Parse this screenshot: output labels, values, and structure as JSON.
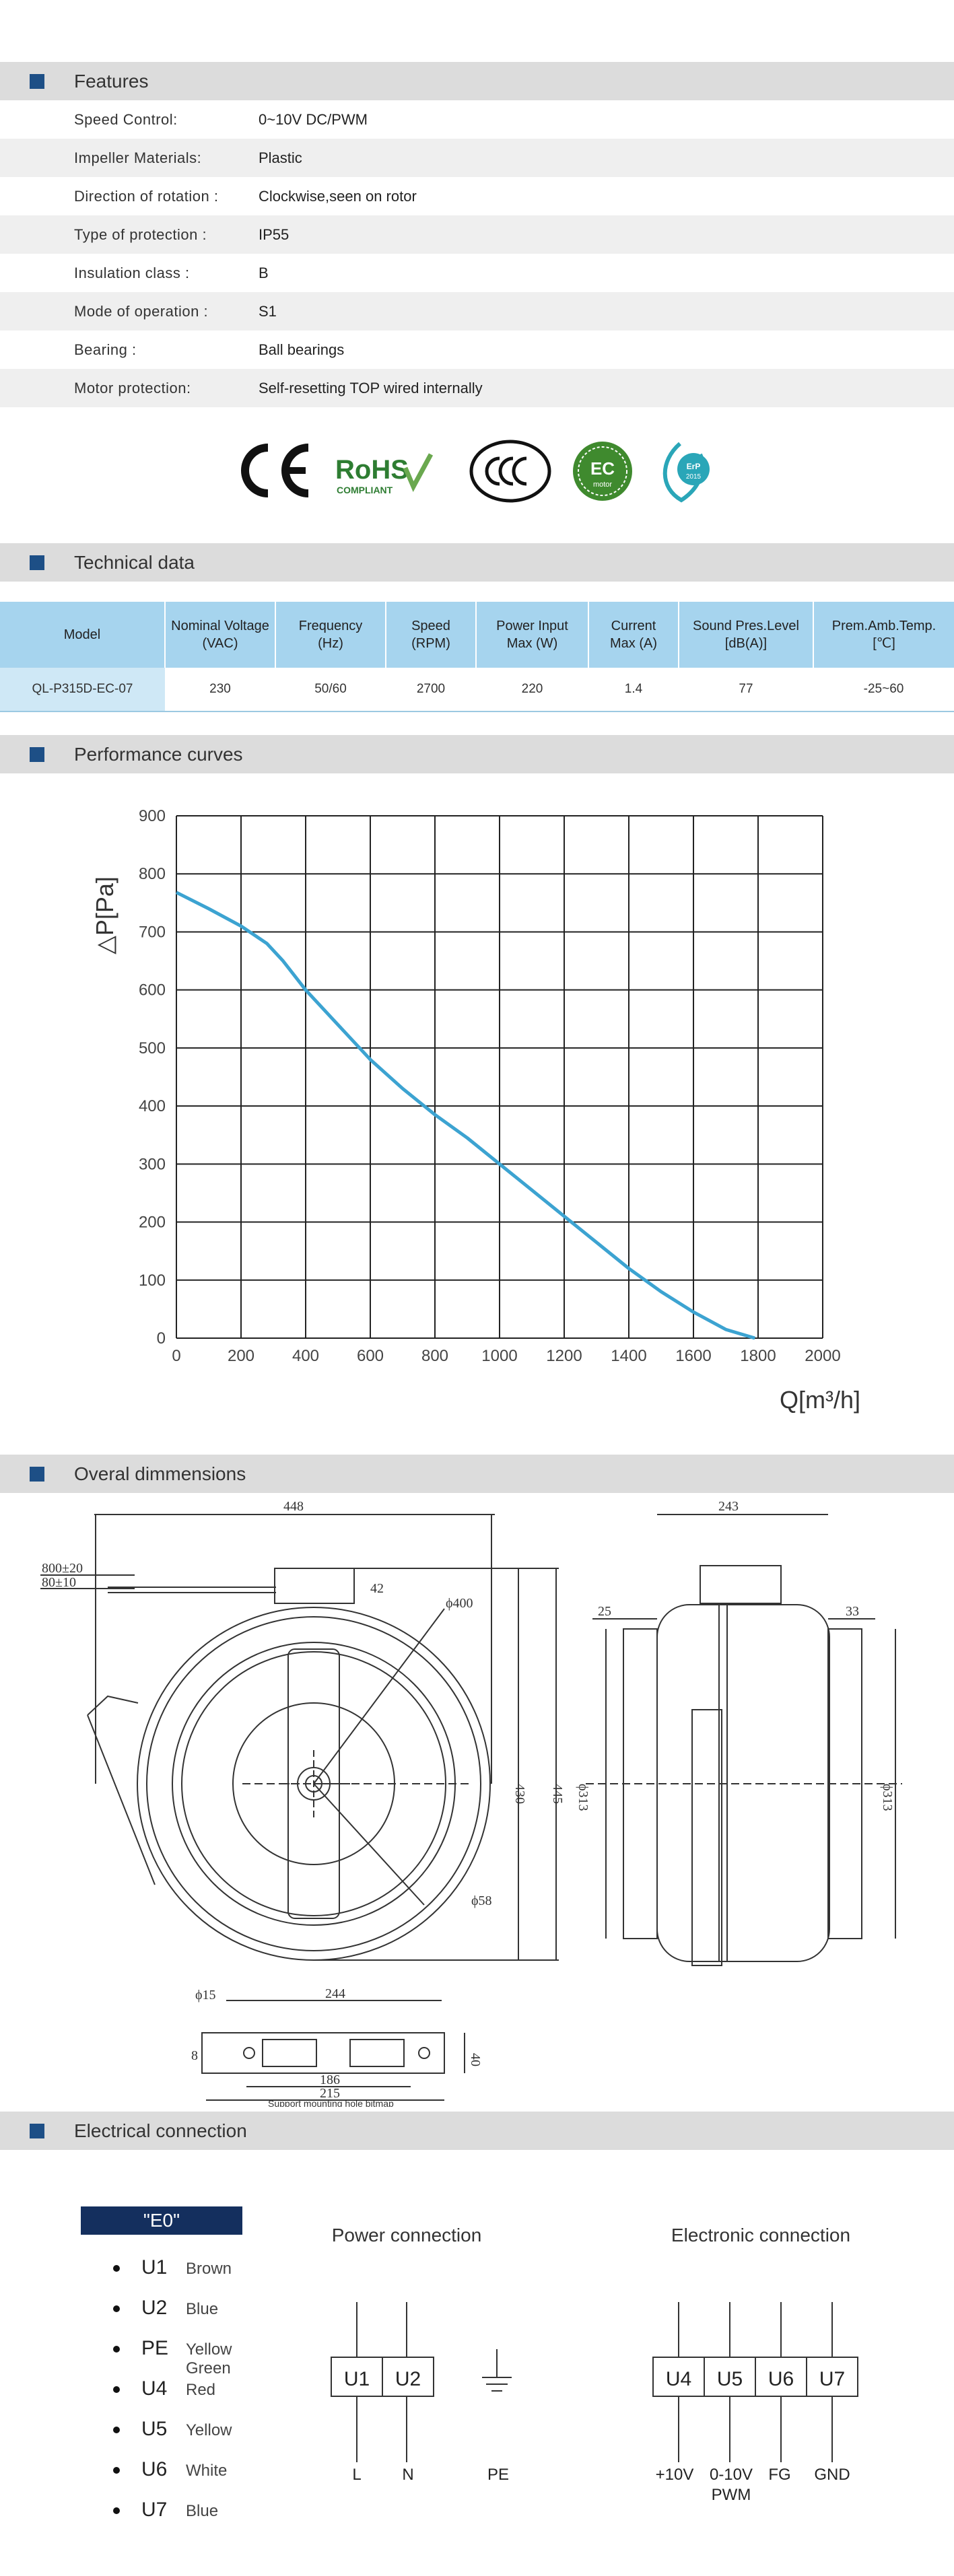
{
  "features": {
    "title": "Features",
    "rows": [
      {
        "label": "Speed Control:",
        "value": "0~10V DC/PWM"
      },
      {
        "label": "Impeller Materials:",
        "value": "Plastic"
      },
      {
        "label": "Direction of rotation :",
        "value": "Clockwise,seen on rotor"
      },
      {
        "label": "Type of protection :",
        "value": "IP55"
      },
      {
        "label": "Insulation class :",
        "value": "B"
      },
      {
        "label": "Mode of operation :",
        "value": "S1"
      },
      {
        "label": "Bearing :",
        "value": "Ball bearings"
      },
      {
        "label": "Motor protection:",
        "value": "Self-resetting TOP wired internally"
      }
    ]
  },
  "certifications": {
    "ce": "CE",
    "rohs": "RoHS",
    "rohs_sub": "COMPLIANT",
    "ccc": "CCC",
    "ec": "EC",
    "ec_sub": "motor",
    "erp": "ErP",
    "erp_year": "2015"
  },
  "technical": {
    "title": "Technical data",
    "headers": [
      [
        "Model"
      ],
      [
        "Nominal Voltage",
        "(VAC)"
      ],
      [
        "Frequency",
        "(Hz)"
      ],
      [
        "Speed",
        "(RPM)"
      ],
      [
        "Power Input",
        "Max (W)"
      ],
      [
        "Current",
        "Max (A)"
      ],
      [
        "Sound Pres.Level",
        "[dB(A)]"
      ],
      [
        "Prem.Amb.Temp.",
        "[℃]"
      ]
    ],
    "row": [
      "QL-P315D-EC-07",
      "230",
      "50/60",
      "2700",
      "220",
      "1.4",
      "77",
      "-25~60"
    ]
  },
  "performance": {
    "title": "Performance curves"
  },
  "chart_data": {
    "type": "line",
    "title": "",
    "xlabel": "Q[m³/h]",
    "ylabel": "△P[Pa]",
    "xlim": [
      0,
      2000
    ],
    "ylim": [
      0,
      900
    ],
    "xticks": [
      0,
      200,
      400,
      600,
      800,
      1000,
      1200,
      1400,
      1600,
      1800,
      2000
    ],
    "yticks": [
      0,
      100,
      200,
      300,
      400,
      500,
      600,
      700,
      800,
      900
    ],
    "grid": true,
    "series": [
      {
        "color": "#3ca3d1",
        "x": [
          0,
          100,
          200,
          280,
          330,
          400,
          500,
          600,
          700,
          800,
          900,
          1000,
          1100,
          1200,
          1300,
          1400,
          1500,
          1600,
          1700,
          1790
        ],
        "y": [
          768,
          740,
          710,
          680,
          650,
          600,
          540,
          480,
          430,
          385,
          345,
          300,
          255,
          210,
          165,
          120,
          80,
          45,
          15,
          0
        ]
      }
    ]
  },
  "dimensions": {
    "title": "Overal dimmensions",
    "front": {
      "width": "448",
      "cable1": "800±20",
      "cable2": "80±10",
      "box": "42",
      "dia": "ϕ400",
      "hub": "ϕ58",
      "h1": "430",
      "h2": "445"
    },
    "side": {
      "width": "243",
      "left": "25",
      "right": "33",
      "dl": "ϕ313",
      "dr": "ϕ313"
    },
    "bracket": {
      "hole": "ϕ15",
      "w1": "244",
      "w2": "186",
      "w3": "215",
      "h": "40",
      "s": "8",
      "caption": "Support mounting hole bitmap"
    }
  },
  "electrical": {
    "title": "Electrical  connection",
    "code": "\"E0\"",
    "items": [
      {
        "code": "U1",
        "color": "Brown"
      },
      {
        "code": "U2",
        "color": "Blue"
      },
      {
        "code": "PE",
        "color": "Yellow Green"
      },
      {
        "code": "U4",
        "color": "Red"
      },
      {
        "code": "U5",
        "color": "Yellow"
      },
      {
        "code": "U6",
        "color": "White"
      },
      {
        "code": "U7",
        "color": "Blue"
      }
    ],
    "power": {
      "title": "Power connection",
      "terms": [
        "U1",
        "U2"
      ],
      "labels": [
        "L",
        "N",
        "PE"
      ]
    },
    "electronic": {
      "title": "Electronic connection",
      "terms": [
        "U4",
        "U5",
        "U6",
        "U7"
      ],
      "labels": [
        "+10V",
        "0-10V",
        "PWM",
        "FG",
        "GND"
      ]
    }
  }
}
